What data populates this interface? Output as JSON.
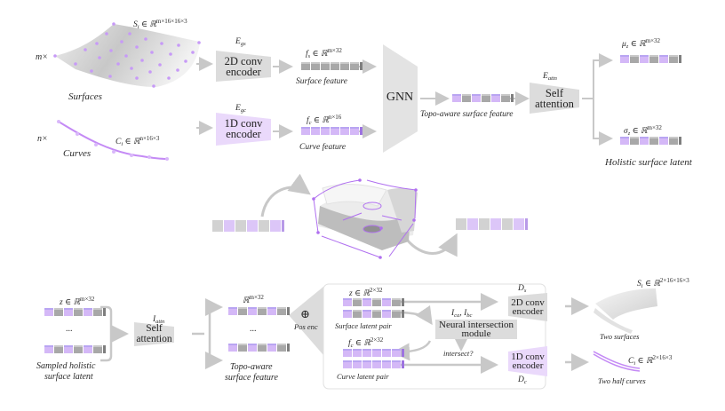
{
  "top_section": {
    "surfaces": {
      "multiplier": "m×",
      "formula_var": "S",
      "formula_sub": "i",
      "formula_rest": " ∈ ℝ",
      "formula_sup": "m×16×16×3",
      "label": "Surfaces"
    },
    "curves": {
      "multiplier": "n×",
      "formula_var": "C",
      "formula_sub": "i",
      "formula_rest": " ∈ ℝ",
      "formula_sup": "n×16×3",
      "label": "Curves"
    },
    "surface_encoder": {
      "symbol": "E",
      "symbol_sub": "gs",
      "line1": "2D conv",
      "line2": "encoder"
    },
    "curve_encoder": {
      "symbol": "E",
      "symbol_sub": "gc",
      "line1": "1D conv",
      "line2": "encoder"
    },
    "surface_feature": {
      "formula_var": "f",
      "formula_sub": "s",
      "formula_rest": " ∈ ℝ",
      "formula_sup": "m×32",
      "label": "Surface feature"
    },
    "curve_feature": {
      "formula_var": "f",
      "formula_sub": "c",
      "formula_rest": " ∈ ℝ",
      "formula_sup": "n×16",
      "label": "Curve feature"
    },
    "gnn": {
      "label": "GNN"
    },
    "topo_feature": {
      "label": "Topo-aware surface feature"
    },
    "self_attention": {
      "symbol": "E",
      "symbol_sub": "attn",
      "line1": "Self",
      "line2": "attention"
    },
    "mu": {
      "formula_var": "μ",
      "formula_sub": "z",
      "formula_rest": " ∈ ℝ",
      "formula_sup": "m×32"
    },
    "sigma": {
      "formula_var": "σ",
      "formula_sub": "z",
      "formula_rest": " ∈ ℝ",
      "formula_sup": "m×32"
    },
    "holistic_label": "Holistic surface latent"
  },
  "bottom_section": {
    "sampled": {
      "formula_var": "z",
      "formula_rest": " ∈ ℝ",
      "formula_sup": "m×32",
      "ellipsis": "...",
      "line1": "Sampled holistic",
      "line2": "surface latent"
    },
    "self_attention": {
      "symbol": "I",
      "symbol_sub": "attn",
      "line1": "Self",
      "line2": "attention"
    },
    "topo": {
      "formula_rest": "ℝ",
      "formula_sup": "m×32",
      "ellipsis": "...",
      "line1": "Topo-aware",
      "line2": "surface feature"
    },
    "pos_enc": {
      "symbol": "⊕",
      "label": "Pos enc"
    },
    "surface_pair": {
      "formula_var": "z",
      "formula_rest": " ∈ ℝ",
      "formula_sup": "2×32",
      "label": "Surface latent pair"
    },
    "curve_pair": {
      "formula_var": "f",
      "formula_sub": "c",
      "formula_rest": " ∈ ℝ",
      "formula_sup": "2×32",
      "label": "Curve latent pair"
    },
    "intersection": {
      "symbols": "I_ca, I_bc",
      "sym1": "I",
      "sym1_sub": "ca",
      "sym2": "I",
      "sym2_sub": "bc",
      "line1": "Neural intersection",
      "line2": "module",
      "question": "intersect?"
    },
    "surface_decoder": {
      "symbol": "D",
      "symbol_sub": "s",
      "line1": "2D conv",
      "line2": "encoder"
    },
    "curve_decoder": {
      "symbol": "D",
      "symbol_sub": "c",
      "line1": "1D conv",
      "line2": "encoder"
    },
    "two_surfaces": {
      "formula_var": "S",
      "formula_sub": "i",
      "formula_rest": " ∈ ℝ",
      "formula_sup": "2×16×16×3",
      "label": "Two surfaces"
    },
    "two_curves": {
      "formula_var": "C",
      "formula_sub": "i",
      "formula_rest": " ∈ ℝ",
      "formula_sup": "2×16×3",
      "label": "Two half curves"
    }
  },
  "colors": {
    "gray_block": "#d9d9d9",
    "purple_block": "#ead9fb",
    "purple_accent": "#b070f0",
    "arrow_gray": "#c8c8c8"
  }
}
